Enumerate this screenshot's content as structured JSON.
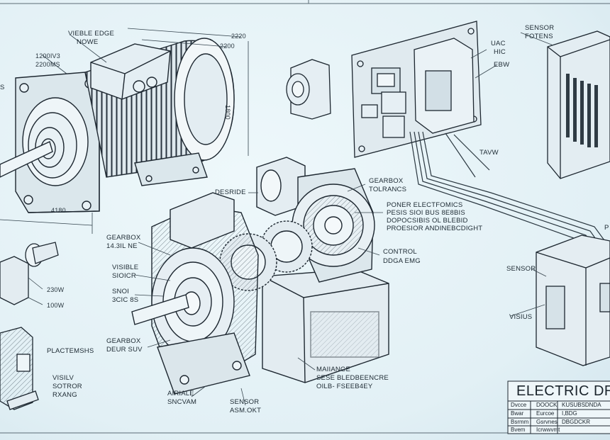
{
  "title_block": {
    "title": "ELECTRIC DRIV",
    "rows": [
      [
        "Dvcce",
        "DOOCK",
        "KUSUBSDNDA"
      ],
      [
        "Bwar",
        "Eurcoe",
        "I,BDG"
      ],
      [
        "Bsrmm",
        "Gsrvnes",
        "DBGDCKR"
      ],
      [
        "Bvem",
        "Icrwwvmt",
        ""
      ]
    ]
  },
  "labels": {
    "visible_edge": "VIEBLE EDGE",
    "nowe": "NOWE",
    "dims_1200": "1200IV3",
    "dims_2200": "2200MS",
    "s_left": "S",
    "dim_2220": "2220",
    "dim_2200": "2200",
    "dim_1800": "1800",
    "dim_4180": "4180",
    "gearbox_tolerances": "GEARBOX",
    "tolerances": "TOLRANCS",
    "power_electronics": "PONER ELECTFOMICS",
    "pe_line2": "PESIS SIOI BUS 8E8BIS",
    "pe_line3": "DOPOCSIBIS OL BLEBID",
    "pe_line4": "PROESIOR ANDINEBCDIGHT",
    "control": "CONTROL",
    "control_sub": "DDGA EMG",
    "gearbox_mid": "GEARBOX",
    "gearbox_mid_sub": "14.3IL NE",
    "visible": "VISIBLE",
    "sioicr": "SIOICR",
    "snoi": "SNOI",
    "sioi_sub": "3CIC 8S",
    "gearbox_low": "GEARBOX",
    "gearbox_low_sub": "DEUR SUV",
    "dim_230w": "230W",
    "dim_100w": "100W",
    "placements": "PLACTEMSHS",
    "visilv": "VISILV",
    "sotror": "SOTROR",
    "rxang": "RXANG",
    "airiale": "AIRIALE",
    "sncvam": "SNCVAM",
    "sensor_bottom": "SENSOR",
    "sensor_bottom_sub": "ASM.OKT",
    "maliange": "MAIIANGE",
    "mal_line2": "SESE BLEDBEENCRE",
    "mal_line3": "OILB- FSEEB4EY",
    "desride": "DESRIDE",
    "uac": "UAC",
    "hic": "HIC",
    "ebw": "EBW",
    "sensor_top": "SENSOR",
    "sensor_top_sub": "FOTENS",
    "tavw": "TAVW",
    "sensor_right": "SENSOR",
    "visius": "VISIUS",
    "p_right": "P"
  }
}
